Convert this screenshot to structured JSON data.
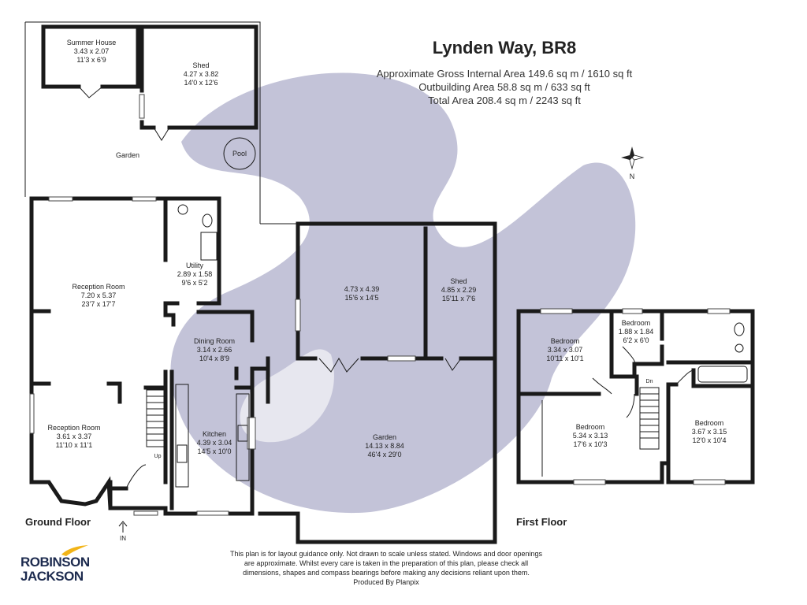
{
  "header": {
    "title": "Lynden Way, BR8",
    "gross_internal_area": "Approximate Gross Internal Area 149.6 sq m / 1610 sq ft",
    "outbuilding_area": "Outbuilding Area 58.8 sq m / 633 sq ft",
    "total_area": "Total Area 208.4 sq m / 2243 sq ft"
  },
  "compass": {
    "label": "N"
  },
  "ground_floor": {
    "label": "Ground Floor",
    "entrance_label": "IN",
    "stairs_label": "Up",
    "rooms": [
      {
        "name": "Summer House",
        "dim_m": "3.43 x 2.07",
        "dim_ft": "11'3 x 6'9"
      },
      {
        "name": "Shed",
        "dim_m": "4.27 x 3.82",
        "dim_ft": "14'0 x 12'6"
      },
      {
        "name": "Garden",
        "dim_m": "",
        "dim_ft": ""
      },
      {
        "name": "Pool",
        "dim_m": "",
        "dim_ft": ""
      },
      {
        "name": "Utility",
        "dim_m": "2.89 x 1.58",
        "dim_ft": "9'6 x 5'2"
      },
      {
        "name": "Reception Room",
        "dim_m": "7.20 x 5.37",
        "dim_ft": "23'7 x 17'7"
      },
      {
        "name": "Dining Room",
        "dim_m": "3.14 x 2.66",
        "dim_ft": "10'4 x 8'9"
      },
      {
        "name": "Reception Room",
        "dim_m": "3.61 x 3.37",
        "dim_ft": "11'10 x 11'1"
      },
      {
        "name": "Kitchen",
        "dim_m": "4.39 x 3.04",
        "dim_ft": "14'5 x 10'0"
      },
      {
        "name": "",
        "dim_m": "4.73 x 4.39",
        "dim_ft": "15'6 x 14'5"
      },
      {
        "name": "Shed",
        "dim_m": "4.85 x 2.29",
        "dim_ft": "15'11 x 7'6"
      },
      {
        "name": "Garden",
        "dim_m": "14.13 x 8.84",
        "dim_ft": "46'4 x 29'0"
      }
    ]
  },
  "first_floor": {
    "label": "First Floor",
    "stairs_label": "Dn",
    "rooms": [
      {
        "name": "Bedroom",
        "dim_m": "3.34 x 3.07",
        "dim_ft": "10'11 x 10'1"
      },
      {
        "name": "Bedroom",
        "dim_m": "1.88 x 1.84",
        "dim_ft": "6'2 x 6'0"
      },
      {
        "name": "Bedroom",
        "dim_m": "5.34 x 3.13",
        "dim_ft": "17'6 x 10'3"
      },
      {
        "name": "Bedroom",
        "dim_m": "3.67 x 3.15",
        "dim_ft": "12'0 x 10'4"
      }
    ]
  },
  "disclaimer": {
    "line1": "This plan is for layout guidance only. Not drawn to scale unless stated. Windows and door openings",
    "line2": "are approximate. Whilst every care is taken in the preparation of this plan, please check all",
    "line3": "dimensions, shapes and compass bearings before making any decisions reliant upon them.",
    "line4": "Produced By Planpix"
  },
  "logo": {
    "line1": "ROBINSON",
    "line2": "JACKSON"
  },
  "colors": {
    "watermark": "#b9b9d1",
    "wall": "#1a1a1a",
    "logo_navy": "#1d2b4f",
    "logo_yellow": "#f2b417"
  }
}
